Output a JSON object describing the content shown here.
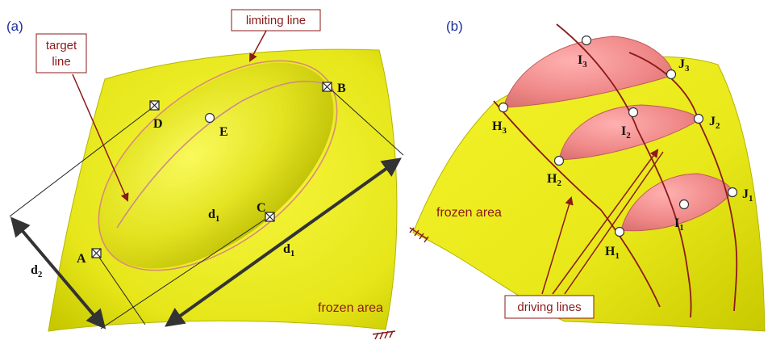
{
  "panels": {
    "a": {
      "label": "(a)",
      "limiting_line_label": "limiting line",
      "target_line_label_1": "target",
      "target_line_label_2": "line",
      "points": {
        "A": "A",
        "B": "B",
        "C": "C",
        "D": "D",
        "E": "E"
      },
      "d1_upper": {
        "main": "d",
        "sub": "1"
      },
      "d1_lower": {
        "main": "d",
        "sub": "1"
      },
      "d2": {
        "main": "d",
        "sub": "2"
      },
      "frozen_label": "frozen area"
    },
    "b": {
      "label": "(b)",
      "frozen_label": "frozen area",
      "driving_lines_label": "driving lines",
      "points": {
        "H1": {
          "main": "H",
          "sub": "1"
        },
        "H2": {
          "main": "H",
          "sub": "2"
        },
        "H3": {
          "main": "H",
          "sub": "3"
        },
        "I1": {
          "main": "I",
          "sub": "1"
        },
        "I2": {
          "main": "I",
          "sub": "2"
        },
        "I3": {
          "main": "I",
          "sub": "3"
        },
        "J1": {
          "main": "J",
          "sub": "1"
        },
        "J2": {
          "main": "J",
          "sub": "2"
        },
        "J3": {
          "main": "J",
          "sub": "3"
        }
      }
    }
  },
  "colors": {
    "surface": "#ecec1a",
    "surface_shade": "#c9c900",
    "bump": "#f08c8c",
    "dark_red": "#8b1a1a",
    "panel_label": "#1a2f9c",
    "arrow": "#333333"
  }
}
